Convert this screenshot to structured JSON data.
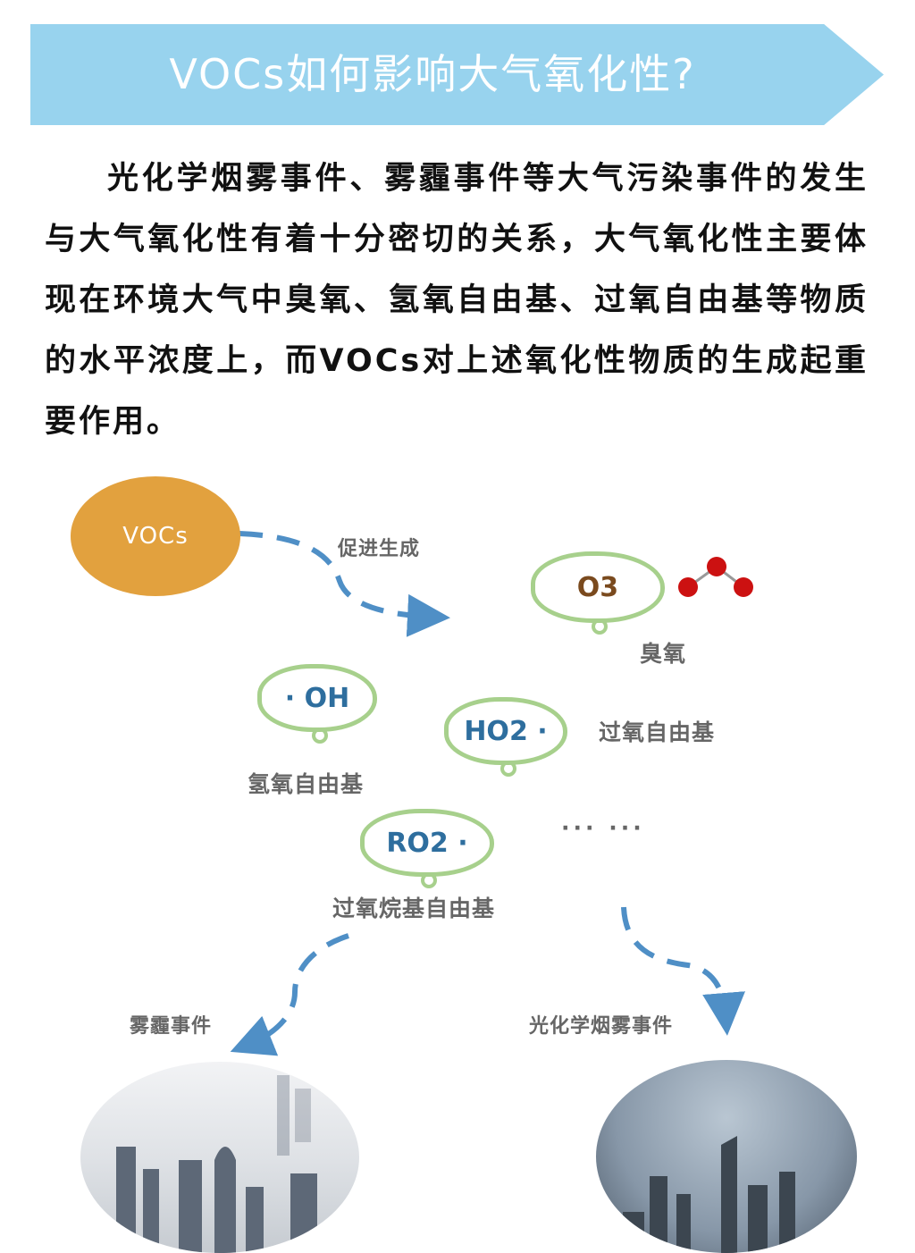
{
  "title": "VOCs如何影响大气氧化性?",
  "paragraph": "光化学烟雾事件、雾霾事件等大气污染事件的发生与大气氧化性有着十分密切的关系，大气氧化性主要体现在环境大气中臭氧、氢氧自由基、过氧自由基等物质的水平浓度上，而VOCs对上述氧化性物质的生成起重要作用。",
  "diagram": {
    "source": "VOCs",
    "arrow_label": "促进生成",
    "oxidants": [
      {
        "formula": "O3",
        "name": "臭氧"
      },
      {
        "formula": "· OH",
        "name": "氢氧自由基"
      },
      {
        "formula": "HO2 ·",
        "name": "过氧自由基"
      },
      {
        "formula": "RO2 ·",
        "name": "过氧烷基自由基"
      }
    ],
    "ellipsis": "··· ···",
    "outcomes": [
      {
        "name": "雾霾事件"
      },
      {
        "name": "光化学烟雾事件"
      }
    ]
  },
  "colors": {
    "banner": "#98d3ee",
    "vocs": "#e2a13e",
    "arrow": "#4f8fc6",
    "cloud_border": "#a7d08c"
  }
}
